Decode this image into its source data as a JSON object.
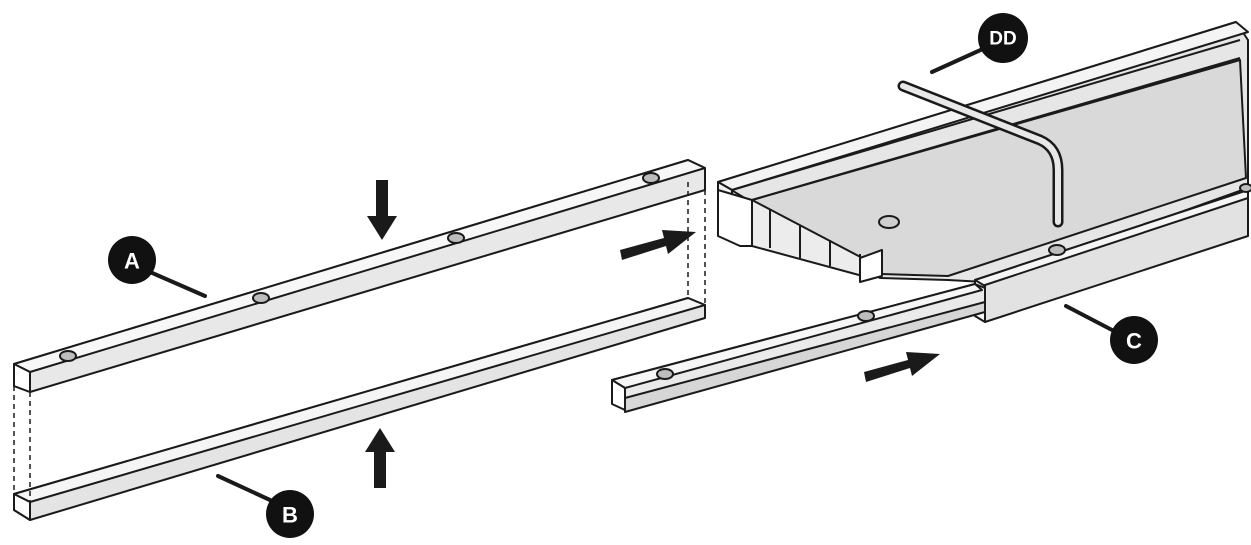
{
  "diagram": {
    "callouts": {
      "a": "A",
      "b": "B",
      "c": "C",
      "dd": "DD"
    },
    "colors": {
      "ink": "#1a1a1a",
      "part_light": "#f2f2f2",
      "part_mid": "#dcdcdc",
      "part_dark": "#c4c4c4",
      "callout_fill": "#111111"
    }
  }
}
